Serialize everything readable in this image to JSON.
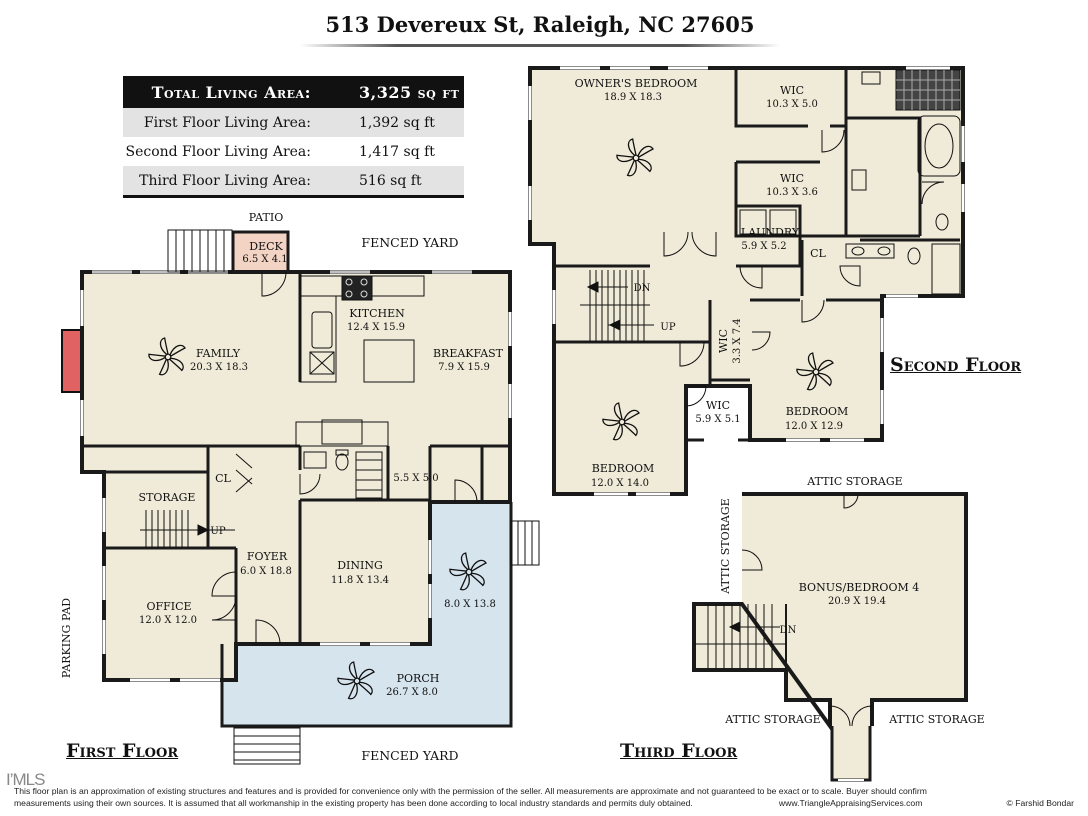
{
  "title": "513 Devereux St, Raleigh, NC 27605",
  "area_table": {
    "total": {
      "label": "Total Living Area:",
      "value": "3,325 sq ft"
    },
    "first": {
      "label": "First Floor Living Area:",
      "value": "1,392 sq ft"
    },
    "second": {
      "label": "Second Floor Living Area:",
      "value": "1,417 sq ft"
    },
    "third": {
      "label": "Third Floor Living Area:",
      "value": "516 sq ft"
    }
  },
  "floor_labels": {
    "first": "First Floor",
    "second": "Second Floor",
    "third": "Third Floor"
  },
  "first_floor": {
    "patio": "PATIO",
    "deck": {
      "name": "DECK",
      "dims": "6.5 X 4.1"
    },
    "fenced_yard_top": "FENCED YARD",
    "fenced_yard_bottom": "FENCED YARD",
    "kitchen": {
      "name": "KITCHEN",
      "dims": "12.4 X 15.9"
    },
    "family": {
      "name": "FAMILY",
      "dims": "20.3 X 18.3"
    },
    "breakfast": {
      "name": "BREAKFAST",
      "dims": "7.9 X 15.9"
    },
    "cl": "CL",
    "storage": "STORAGE",
    "up": "UP",
    "laundry_dims": "5.5 X 5.0",
    "foyer": {
      "name": "FOYER",
      "dims": "6.0 X 18.8"
    },
    "dining": {
      "name": "DINING",
      "dims": "11.8 X 13.4"
    },
    "porch_side_dims": "8.0 X 13.8",
    "office": {
      "name": "OFFICE",
      "dims": "12.0 X 12.0"
    },
    "porch": {
      "name": "PORCH",
      "dims": "26.7 X 8.0"
    },
    "parking_pad": "PARKING PAD"
  },
  "second_floor": {
    "owners_bedroom": {
      "name": "OWNER'S BEDROOM",
      "dims": "18.9 X 18.3"
    },
    "wic1": {
      "name": "WIC",
      "dims": "10.3 X 5.0"
    },
    "wic2": {
      "name": "WIC",
      "dims": "10.3 X 3.6"
    },
    "laundry": {
      "name": "LAUNDRY",
      "dims": "5.9 X 5.2"
    },
    "cl": "CL",
    "dn": "DN",
    "up": "UP",
    "wic3": {
      "name": "WIC",
      "dims": "3.3 X 7.4"
    },
    "wic4": {
      "name": "WIC",
      "dims": "5.9 X 5.1"
    },
    "bedroom1": {
      "name": "BEDROOM",
      "dims": "12.0 X 14.0"
    },
    "bedroom2": {
      "name": "BEDROOM",
      "dims": "12.0 X 12.9"
    }
  },
  "third_floor": {
    "attic_top": "ATTIC STORAGE",
    "attic_left": "ATTIC STORAGE",
    "attic_bottom_left": "ATTIC STORAGE",
    "attic_bottom_right": "ATTIC STORAGE",
    "bonus": {
      "name": "BONUS/BEDROOM 4",
      "dims": "20.9 X 19.4"
    },
    "dn": "DN"
  },
  "footer": {
    "line1": "This floor plan is an approximation of existing structures and features and is provided for convenience only with the permission of the seller.  All measurements are approximate and not guaranteed to be exact or to scale.  Buyer should confirm",
    "line2a": "measurements using their own sources.  It is assumed that all workmanship in the existing property has been done according to local industry standards and permits duly obtained.",
    "website": "www.TriangleAppraisingServices.com",
    "copyright": "© Farshid Bondar",
    "mls": "I’MLS"
  },
  "colors": {
    "wall": "#1a1a1a",
    "floor": "#f0ebd8",
    "porch": "#d6e4ee",
    "deck": "#f2d3c4",
    "fireplace": "#e06262",
    "header_bg": "#111111",
    "row_shade": "#e3e3e3"
  },
  "icons": [
    "ceiling-fan-icon",
    "door-swing-icon",
    "stair-icon",
    "sink-icon",
    "toilet-icon",
    "bathtub-icon",
    "range-icon"
  ]
}
